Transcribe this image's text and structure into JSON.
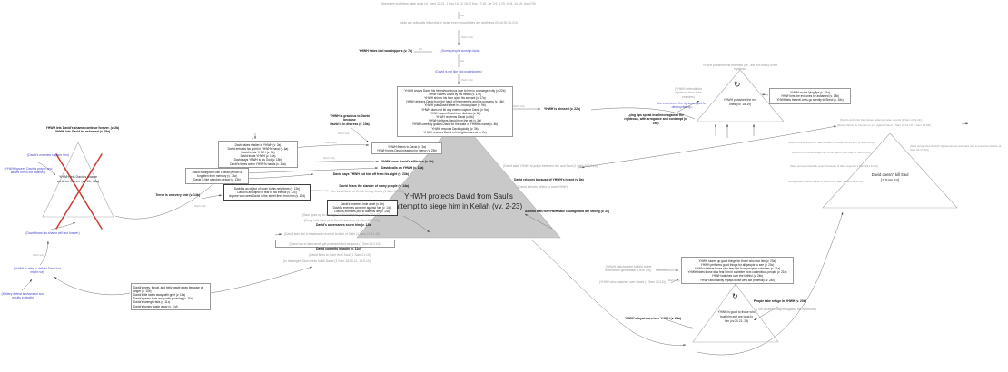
{
  "labels": {
    "thats_why": "that's why",
    "but": "but"
  },
  "top_chain": {
    "premise_false_gods": "(there are worthless false gods (cf. Deut 32:21; 1 Kgs 16:13, 26; 2 Kgs 17:15; Jer 2:5; 8:19; 10:8, 14-15; Jon 2:9))",
    "premise_idols_influential": "(idols are culturally influential in Israel even though they are worthless (Deut 32:16-21))",
    "yhwh_hates_idolaters": "YHWH hates idol worshippers (v. 7a)",
    "some_worship_idols": "(Some people worship idols)",
    "david_not_idolater": "(David is not like idol worshippers)"
  },
  "salvation_box": {
    "lines": [
      "YHWH shows David his hesed/wondrous love to him in a besieged city (v. 22b)",
      "YHWH saves David by his hesed (v. 17b)",
      "YHWH shines his face upon his servant (v. 17a)",
      "YHWH delivers David from the hand of his enemies and his pursuers (v. 16b)",
      "YHWH puts David's feet in a broad place (v. 9b)",
      "YHWH does not let any enemy capture David (v. 9a)",
      "YHWH saves David from distress (v. 8c)",
      "YHWH redeems David (v. 6b)",
      "YHWH delivers David from the net (v. 5a)",
      "YHWH carefully guides David for the sake of YHWH's name (v. 4b)",
      "YHWH rescues David quickly (v. 3b)",
      "YHWH rescues David in his righteousness (v. 2c)"
    ]
  },
  "yhwh_blessed": "YHWH is blessed (v. 22a)",
  "main_triangle": {
    "text": "YHWH protects David from Saul's\nattempt to siege him in Keilah (vv. 2-23)"
  },
  "left_cluster": {
    "caption": [
      "YHWH lets David's shame continue forever. (v. 2b)",
      "YHWH lets David be ashamed (v. 18a)"
    ],
    "triangle": "YHWH lets David's shame continue forever (vv. 2b, 18a)",
    "enemies_capture": "(David's enemies capture him)",
    "yhwh_ignores": "(YHWH ignores David's prayer and allows him to be shamed)",
    "fears_shame": "(David fears his shame will last forever)",
    "able_but_might_not": "(YHWH is able to deliver David but might not)",
    "military_defeat": "(Military defeat is shameful and results in death)"
  },
  "trust_box": {
    "lines": [
      "David takes shelter in YHWH (v. 2a)",
      "David entrusts his spirit in YHWH's hand (v. 6a)",
      "David trusts YHWH (v. 7b)",
      "David trusts YHWH (v. 15a)",
      "David says YHWH is his God (v. 15b)",
      "David's times are in YHWH's hands (v. 16a)"
    ]
  },
  "forgotten_box": {
    "lines": [
      "David is forgotten like a dead person & forgotten from memory (v. 13a)",
      "David is like a broken vessel (v. 13b)"
    ]
  },
  "terror": "Terror is on every side (v. 14b)",
  "scorn_box": {
    "lines": [
      "David is an object of scorn to his neighbors (v. 12b)",
      "David is an object of fear to his friends (v. 12c)",
      "Anyone who sees David in the street flees from him (v. 12d)"
    ]
  },
  "enemies_box": {
    "lines": [
      "David's enemies hide a net (v. 5b)",
      "David's enemies conspire against him (v. 14c)",
      "David's enemies plot to take his life (v. 14d)"
    ]
  },
  "keilah_betrayal": "(the inhabitants of Keilah betray David (1 Sam 23:12))",
  "petition_cluster": {
    "gracious": "YHWH is gracious to David because\nDavid is in distress (v. 10a)",
    "listens_box": [
      "YHWH listens to David (v. 3a)",
      "YHWH hears David pleading for mercy (v. 23b)"
    ],
    "affliction": "YHWH sees David's affliction (v. 8b)",
    "calls": "David calls on YHWH (v. 18a)",
    "cut_off": "David says YHWH cut him off from his sight (v. 23b)",
    "slander": "David hears the slander of many people (v. 14a)"
  },
  "history_chain": {
    "saul_besieges": "(Saul goes up to besiege David in Keilah (1 Sam 23:7-8))",
    "doeg_tells": "(Doeg tells Saul what David has done (1 Sam 22:9-10))",
    "adversaries_scorn": "David's adversaries scorn him (v. 12a)",
    "madman": "(David acts like a madman in front of Achish of Gath (1 Sam 21:11-16))",
    "provisions": "(David has to dishonestly get provisions and weapons (1 Sam 21:2-10))",
    "iniquity": "David commits iniquity (v. 11c)",
    "flees_gath": "(David flees to Gath from Saul (1 Sam 21:10))",
    "saul_seeks_kill": "(In his anger, Saul seeks to kill David (1 Sam 18:10-11; 19:9-10))"
  },
  "lament_box": {
    "lines": [
      "David's eyes, throat, and belly waste away because of anger (v. 10b)",
      "David's life fades away with grief (v. 11a)",
      "David's years fade away with groaning (v. 11b)",
      "David's strength fails (v. 11c)",
      "David's bones waste away (v. 11d)"
    ]
  },
  "right_of_main": {
    "rejoices": "David rejoices because of YHWH's hesed (v. 8a)",
    "exhorts": "(David exhorts others to trust YHWH)",
    "judge": "(David asks YHWH to judge between him and Saul (1 Sam 24:12-15))",
    "wait_courage": "All who wait for YHWH take courage and are strong (v. 25)"
  },
  "punish_cluster": {
    "caption": "YHWH punishes the enemies (i.e., the evil ones) of the righteous",
    "defends_note": "(YHWH defends the righteous from their enemies)",
    "enemies_plot_note": "(the enemies of the righteous plot to destroy them)",
    "lying_lips": "Lying lips speak insolence against the righteous, with arrogance and contempt (v. 19b)",
    "triangle": "YHWH punishes the evil\nones (vv. 18-19)",
    "side_box": [
      "YHWH mutes lying lips (v. 19a)",
      "YHWH lets the evil ones be ashamed (v. 18b)",
      "YHWH lets the evil ones go silently to Sheol (v. 18c)"
    ]
  },
  "saul_cluster": {
    "confronts": "(David confronts Saul about believing false reports (1 Sam 24:9-11))",
    "no_evil": "(David claims he intends no evil against Saul (1 Sam 24:11-13; 1 Sam 26:18))",
    "cloak": "(David cuts off a part of Saul's cloak, but does not kill him (1 Sam 24:4))",
    "men_encourage": "(David's men encourage him to kill Saul in the cave (1 Sam 24:4))",
    "saul_pursues": "(Saul pursues David in anger because of false reports (1 Sam 23:19-25))",
    "overthrow_claim": "(Doeg claims David wants to overthrow Saul (1 Sam 22:9-13))",
    "recognizes": "(Saul recognizes David's righteousness and asks him to preserve his line (1 Sam 24:17-22))",
    "triangle": "David doesn't kill Saul\n(1 Sam 24)"
  },
  "goodness_cluster": {
    "box": [
      "YHWH stores up good things for those who fear him (v. 20a)",
      "YHWH performs good things for all people to see (v. 20c)",
      "YHWH shelters those who fear him from people's schemes (v. 21a)",
      "YHWH hides those who fear him in a shelter from contentious people (v. 21b)",
      "YHWH watches over the faithful (v. 24b)",
      "YHWH abundantly repays those who act pridefully (v. 24c)"
    ],
    "faithful_note": "(YHWH watches the faithful to the thousandth generation (Deut 7:9))",
    "watches_david": "(YHWH also watches over David (1 Sam 23:14))",
    "refuge": "People take refuge in YHWH (v. 20b)",
    "wicked_conspire": "(The wicked conspire against the righteous)",
    "loyal_love": "YHWH's loyal ones love YHWH (v. 24a)",
    "triangle": "YHWH is good to those who\ntrust him and are loyal to\nhim (vv.20-21, 24)"
  },
  "colors": {
    "main_triangle_fill": "#c9c9c9",
    "note_gray": "#969696",
    "premise_blue": "#4949cd",
    "reject_red": "#cc3b30"
  }
}
